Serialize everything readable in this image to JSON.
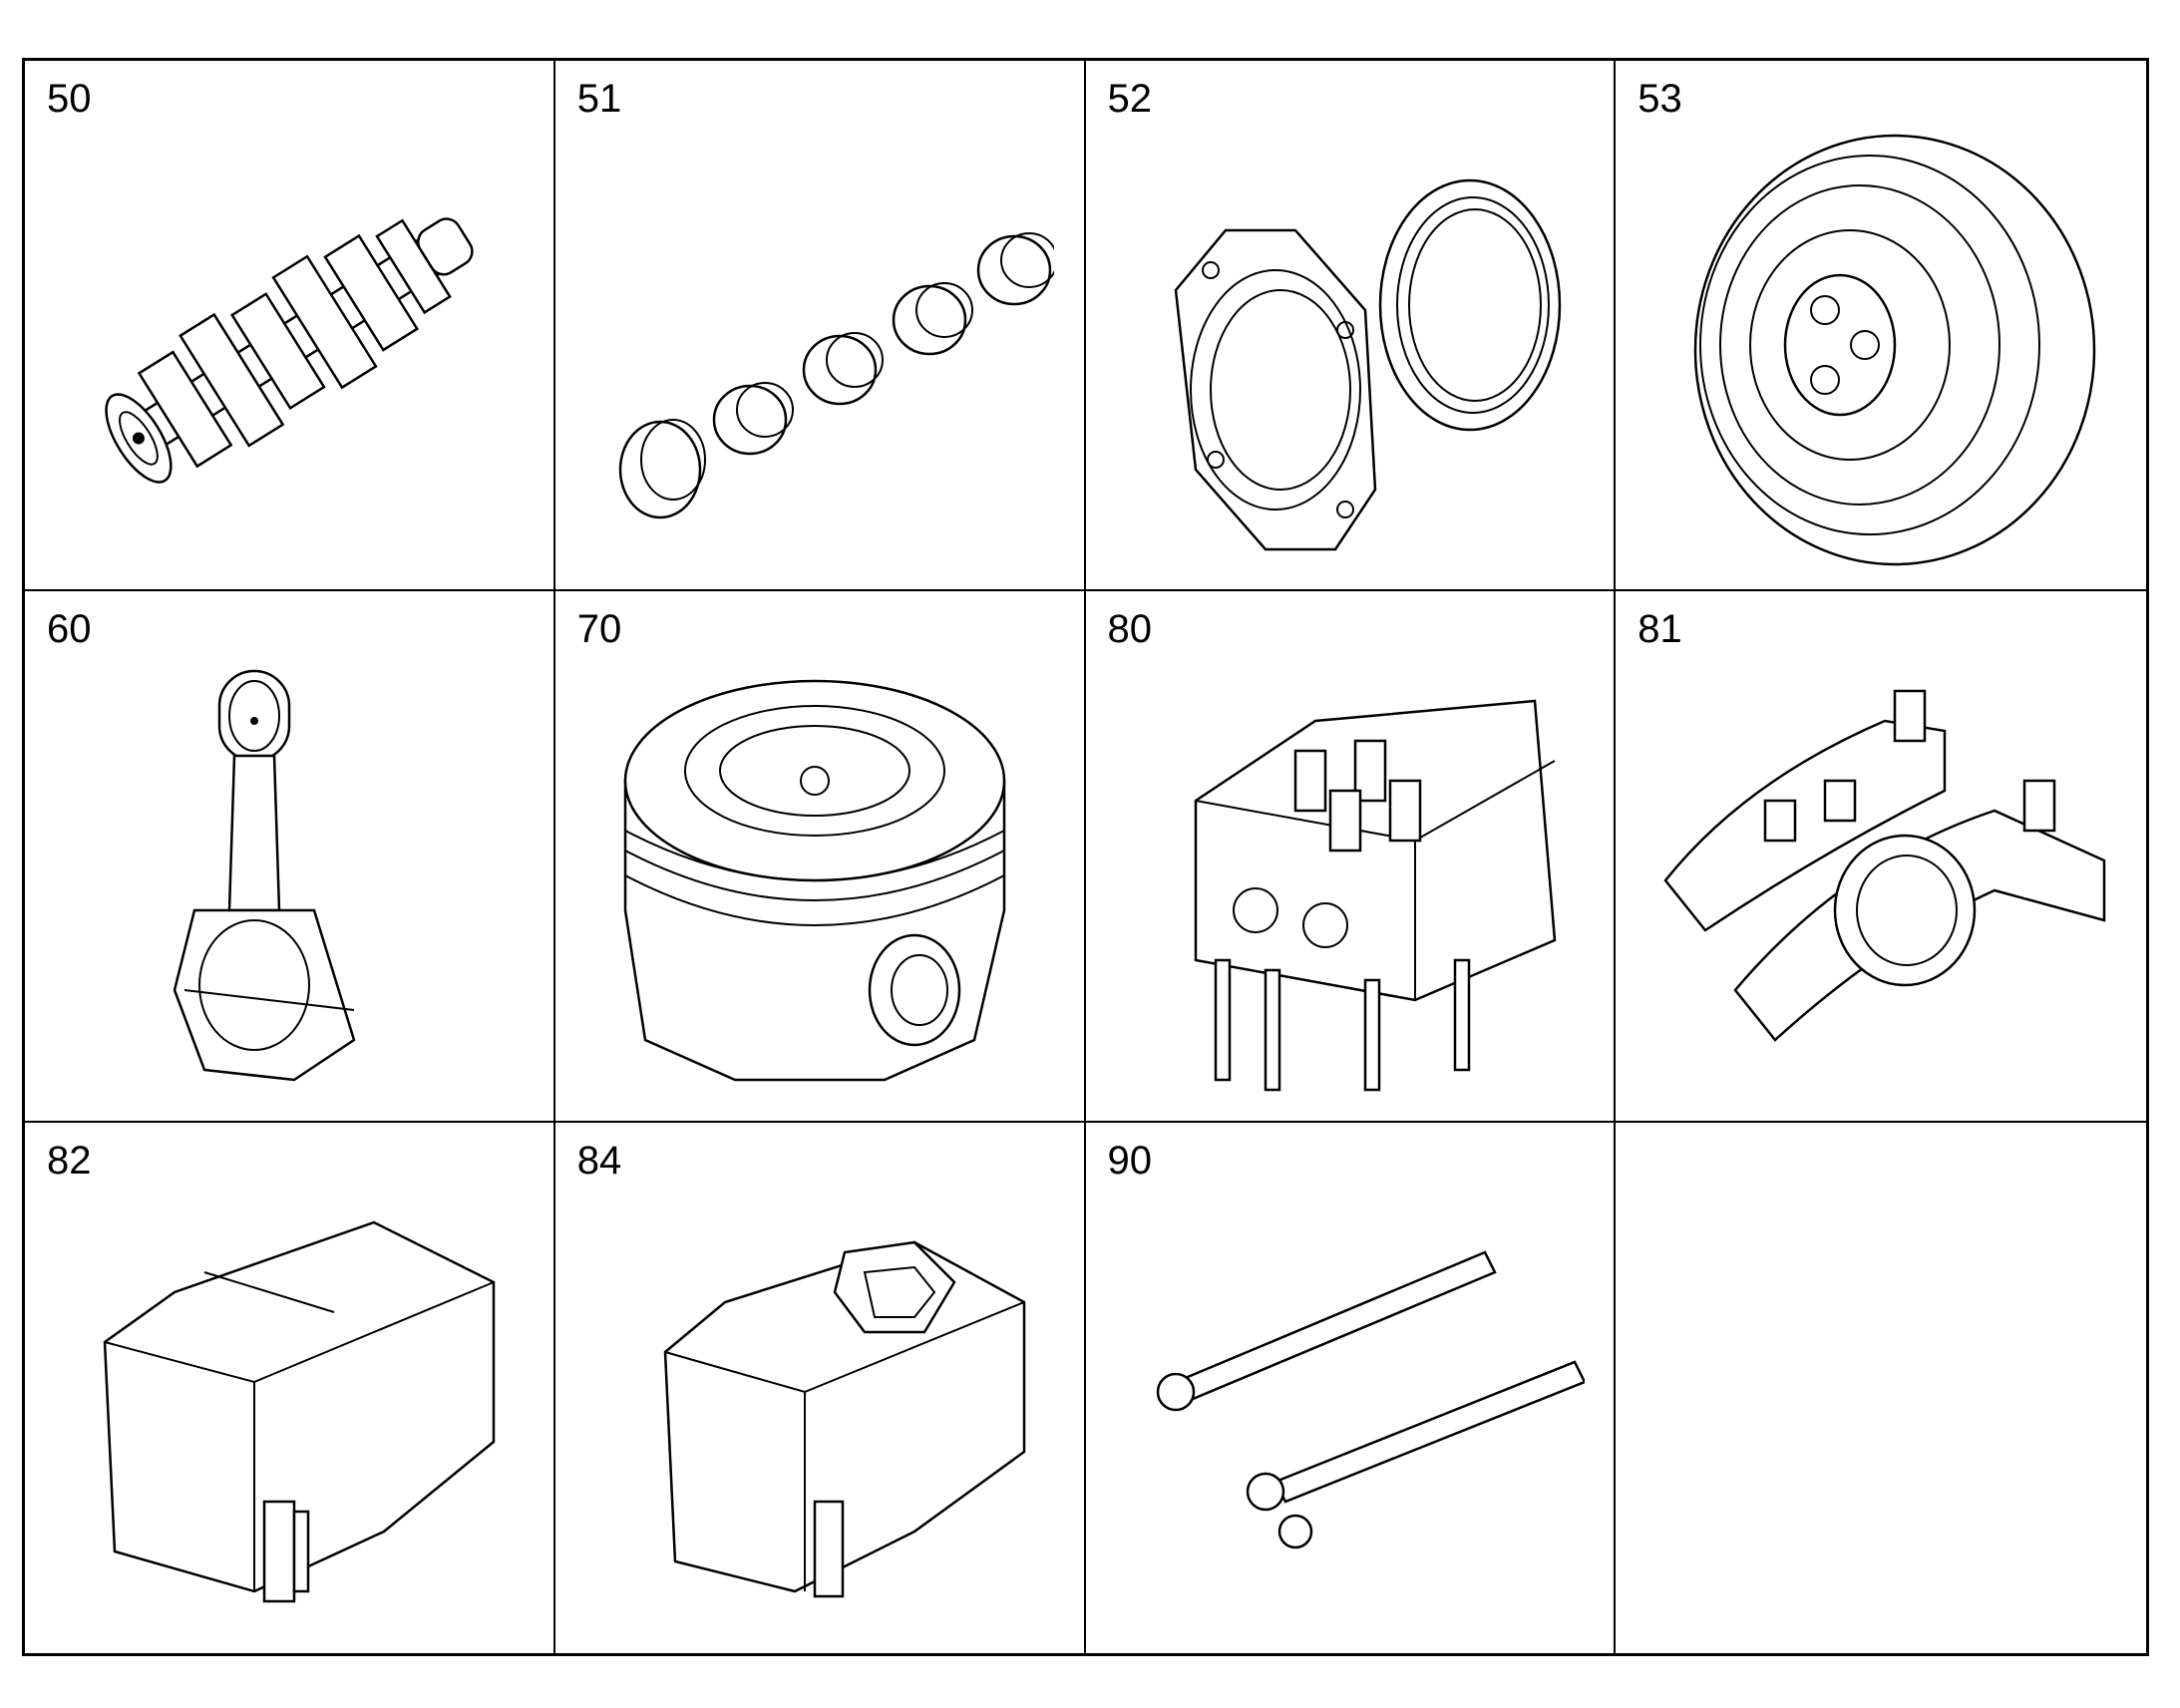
{
  "cells": [
    {
      "number": "50",
      "icon": "crankshaft-icon"
    },
    {
      "number": "51",
      "icon": "bearing-shells-icon"
    },
    {
      "number": "52",
      "icon": "seal-flange-icon"
    },
    {
      "number": "53",
      "icon": "vibration-damper-icon"
    },
    {
      "number": "60",
      "icon": "connecting-rod-icon"
    },
    {
      "number": "70",
      "icon": "piston-icon"
    },
    {
      "number": "80",
      "icon": "cylinder-head-icon"
    },
    {
      "number": "81",
      "icon": "rocker-arm-icon"
    },
    {
      "number": "82",
      "icon": "valve-cover-icon"
    },
    {
      "number": "84",
      "icon": "valve-cover-icon"
    },
    {
      "number": "90",
      "icon": "camshaft-icon"
    },
    {
      "number": "",
      "icon": ""
    }
  ]
}
